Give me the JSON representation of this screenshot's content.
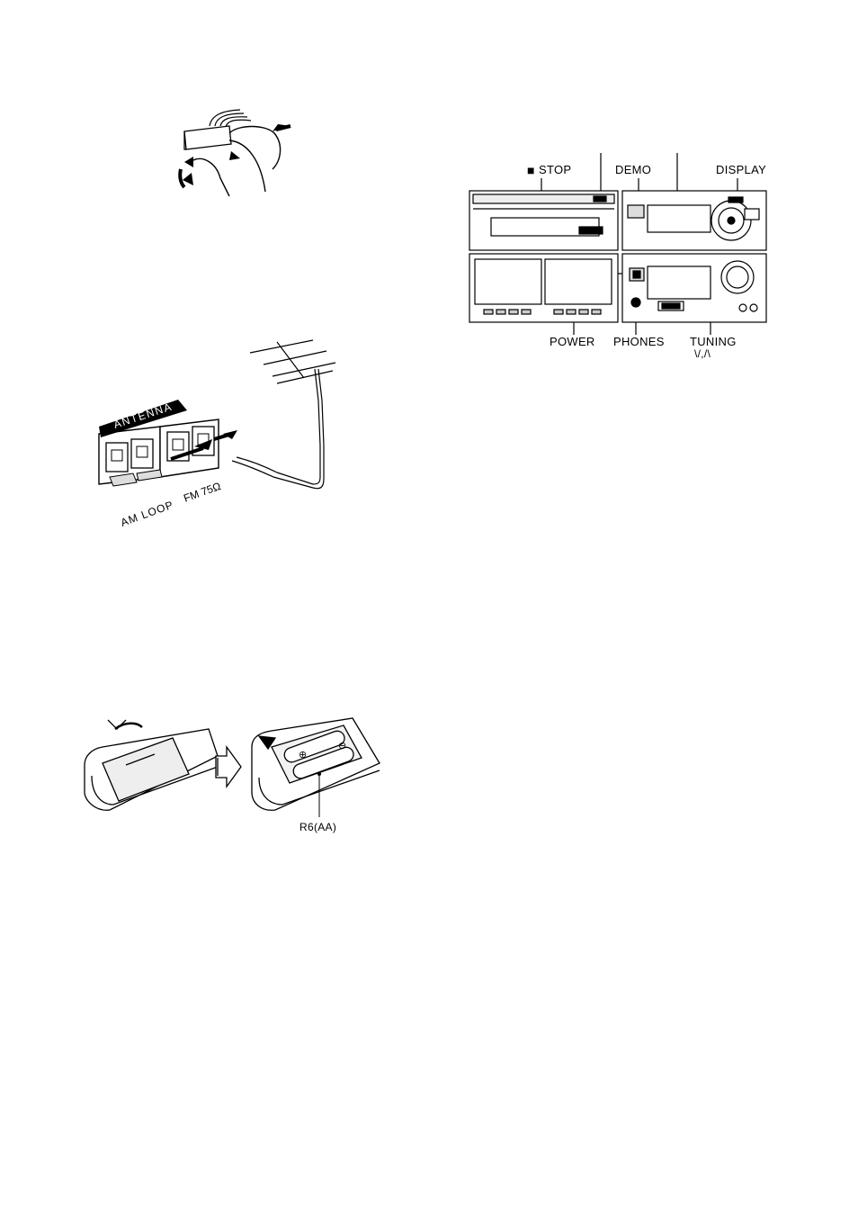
{
  "stereo_labels": {
    "stop_symbol": "■",
    "stop": "STOP",
    "demo": "DEMO",
    "display": "DISPLAY",
    "power": "POWER",
    "phones": "PHONES",
    "tuning": "TUNING",
    "tuning_arrows": "\\/,/\\"
  },
  "antenna_labels": {
    "antenna": "ANTENNA",
    "am_loop": "AM LOOP",
    "fm": "FM 75Ω"
  },
  "battery_labels": {
    "type": "R6(AA)",
    "plus": "⊕",
    "minus": "⊖"
  }
}
